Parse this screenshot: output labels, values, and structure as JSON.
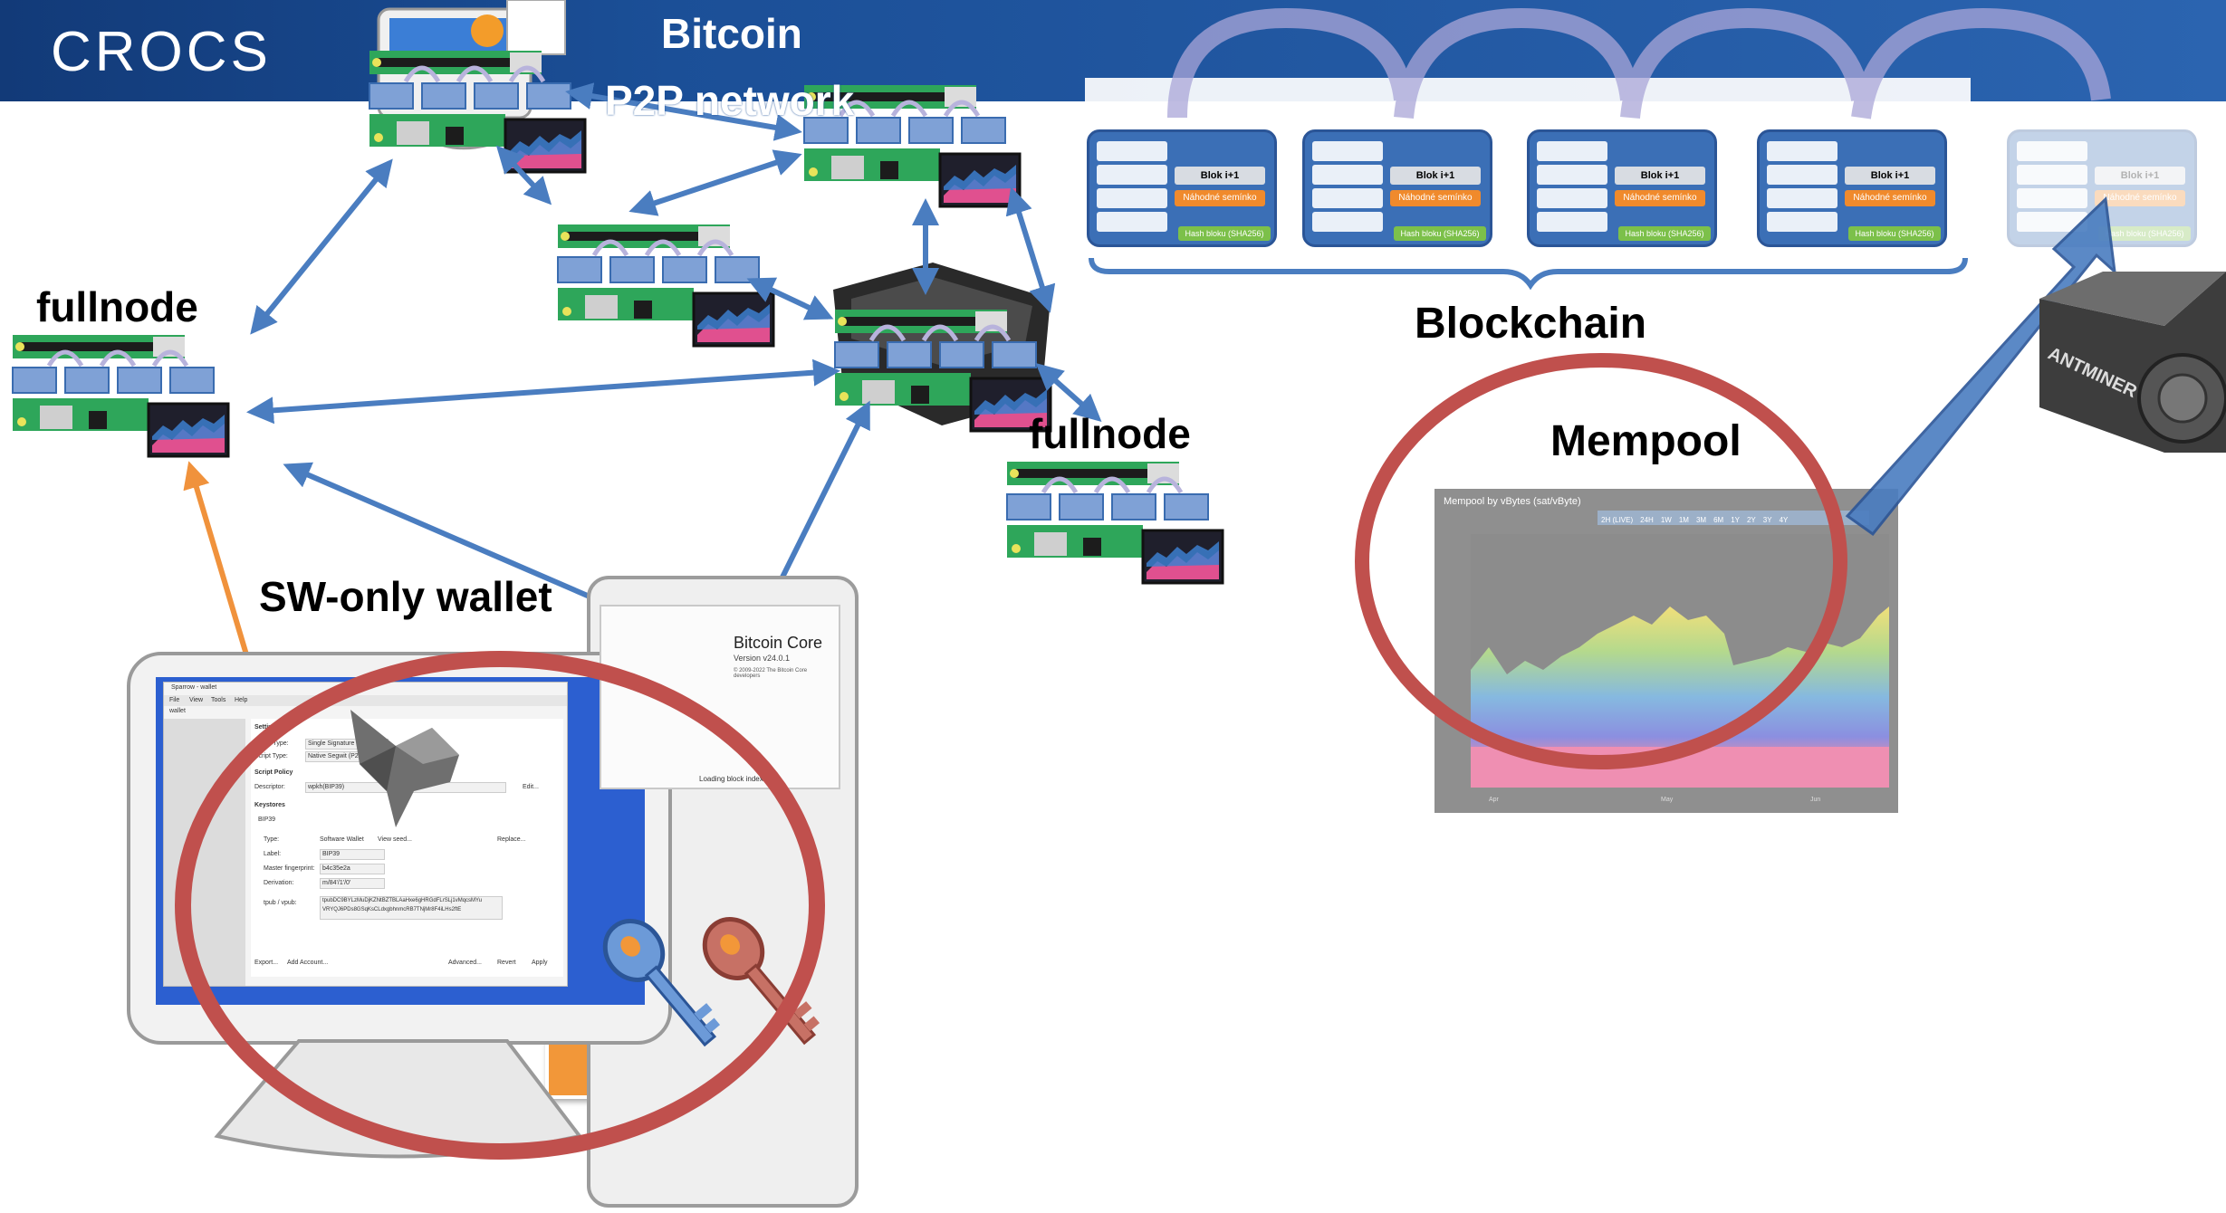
{
  "header": {
    "logo": "CROCS",
    "network_title_line1": "Bitcoin",
    "network_title_line2": "P2P network"
  },
  "labels": {
    "fullnode_left": "fullnode",
    "fullnode_right": "fullnode",
    "sw_wallet": "SW-only wallet",
    "blockchain": "Blockchain",
    "mempool": "Mempool",
    "antminer": "ANTMINER"
  },
  "blocks": [
    {
      "title": "Blok i+1",
      "seed": "Náhodné semínko",
      "hash": "Hash bloku (SHA256)"
    },
    {
      "title": "Blok i+1",
      "seed": "Náhodné semínko",
      "hash": "Hash bloku (SHA256)"
    },
    {
      "title": "Blok i+1",
      "seed": "Náhodné semínko",
      "hash": "Hash bloku (SHA256)"
    },
    {
      "title": "Blok i+1",
      "seed": "Náhodné semínko",
      "hash": "Hash bloku (SHA256)"
    },
    {
      "title": "Blok i+1",
      "seed": "Náhodné semínko",
      "hash": "Hash bloku (SHA256)"
    }
  ],
  "mempool_chart": {
    "title": "Mempool by vBytes (sat/vByte)",
    "tabs": [
      "2H (LIVE)",
      "24H",
      "1W",
      "1M",
      "3M",
      "6M",
      "1Y",
      "2Y",
      "3Y",
      "4Y"
    ],
    "x_ticks": [
      "Apr",
      "May",
      "Jun"
    ]
  },
  "bitcoin_core": {
    "title": "Bitcoin Core",
    "version": "Version v24.0.1",
    "copyright": "© 2009-2022 The Bitcoin Core developers",
    "loading": "Loading block index..."
  },
  "wallet_app": {
    "title": "Sparrow - wallet",
    "menu": [
      "File",
      "View",
      "Tools",
      "Help"
    ],
    "tab": "wallet",
    "settings": "Settings",
    "policy_type_label": "Policy Type:",
    "policy_type_value": "Single Signature",
    "script_type_label": "Script Type:",
    "script_type_value": "Native Segwit (P2WPKH)",
    "script_policy": "Script Policy",
    "descriptor_label": "Descriptor:",
    "descriptor_value": "wpkh(BIP39)",
    "edit_label": "Edit...",
    "keystores": "Keystores",
    "keystore_tab": "BIP39",
    "type_label": "Type:",
    "type_value": "Software Wallet",
    "view_seed": "View seed...",
    "replace": "Replace...",
    "label_label": "Label:",
    "label_value": "BIP39",
    "fingerprint_label": "Master fingerprint:",
    "fingerprint_value": "b4c35e2a",
    "derivation_label": "Derivation:",
    "derivation_value": "m/84'/1'/0'",
    "xpub_label": "tpub / vpub:",
    "xpub_value_1": "tpubDC9BYLzMuDjKZNtBZTBLAaHxe6gHRGdFLrSLj1vMqcsMYu",
    "xpub_value_2": "VRYQJ6PDs8GSqKsCLdxgbhnmcRB7TNjMr8F4iLHs2ftE",
    "buttons": [
      "Export...",
      "Add Account...",
      "Advanced...",
      "Revert",
      "Apply"
    ]
  },
  "colors": {
    "banner": "#1b4f97",
    "arrow_blue": "#4a7dc0",
    "arrow_orange": "#f0923c",
    "ring_red": "#c0504d",
    "block_blue": "#3b6fb6",
    "seed_orange": "#f08a2c",
    "hash_green": "#7cc04a",
    "keys_orange": "#f29739"
  }
}
